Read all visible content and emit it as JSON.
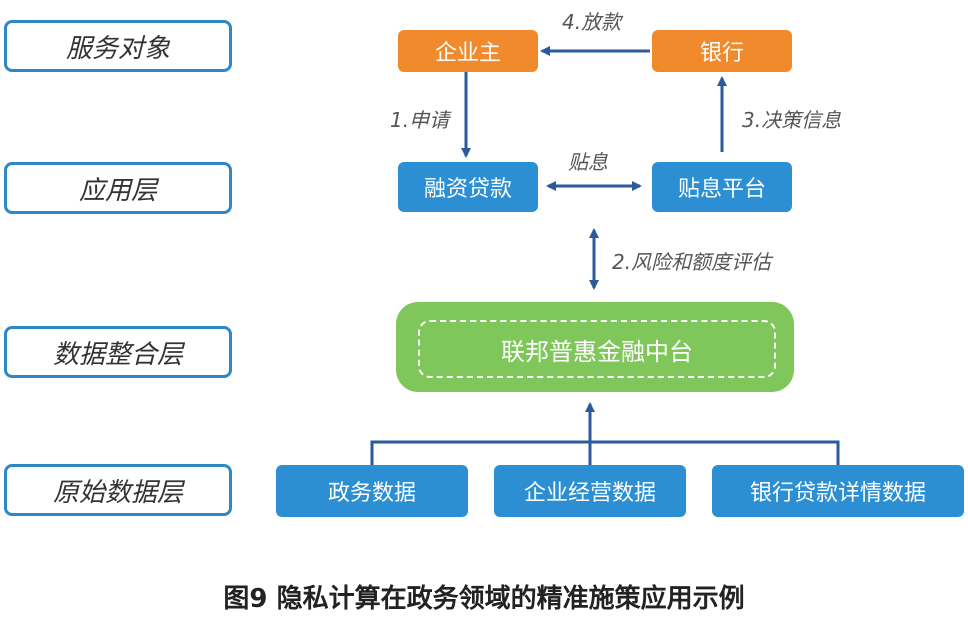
{
  "layers": [
    "服务对象",
    "应用层",
    "数据整合层",
    "原始数据层"
  ],
  "nodes": {
    "enterprise": "企业主",
    "bank": "银行",
    "financing": "融资贷款",
    "subsidy_platform": "贴息平台",
    "platform": "联邦普惠金融中台",
    "gov_data": "政务数据",
    "biz_data": "企业经营数据",
    "loan_data": "银行贷款详情数据"
  },
  "edges": {
    "disburse": "4.放款",
    "apply": "1.申请",
    "subsidy": "贴息",
    "decision": "3.决策信息",
    "risk": "2.风险和额度评估"
  },
  "caption": "图9 隐私计算在政务领域的精准施策应用示例",
  "colors": {
    "layer_border": "#2e88c6",
    "orange": "#f08a2c",
    "blue": "#2c8fd4",
    "green": "#7fc75a",
    "arrow": "#2a5b9a"
  }
}
